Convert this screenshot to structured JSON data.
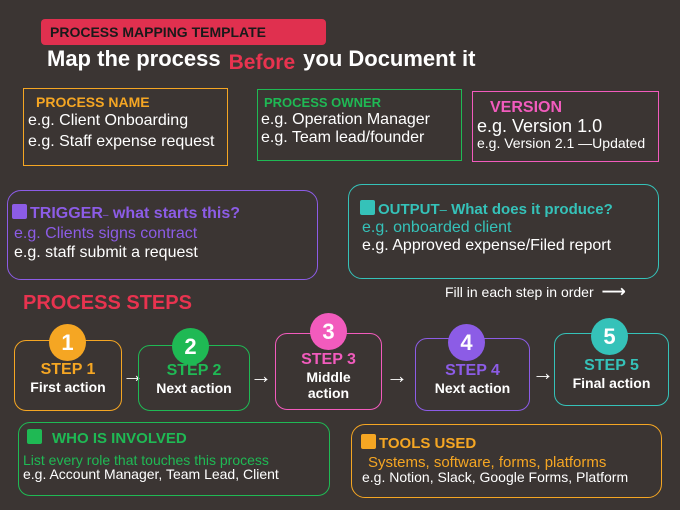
{
  "header": {
    "tag": "PROCESS MAPPING TEMPLATE",
    "headline_pre": "Map the process",
    "headline_highlight": "Before",
    "headline_post": "you Document it"
  },
  "process_name": {
    "label": "PROCESS NAME",
    "line1": "e.g.  Client Onboarding",
    "line2": "e.g. Staff expense request"
  },
  "process_owner": {
    "label": "PROCESS OWNER",
    "line1": "e.g. Operation Manager",
    "line2": "e.g. Team lead/founder"
  },
  "version": {
    "label": "VERSION",
    "line1": "e.g. Version 1.0",
    "line2": "e.g. Version 2.1 —Updated"
  },
  "trigger": {
    "label": "TRIGGER",
    "dash": "–",
    "question": " what starts this?",
    "line1": "e.g. Clients signs contract",
    "line2": "e.g. staff submit a request"
  },
  "output": {
    "label": "OUTPUT",
    "dash": "–",
    "question": " What does it produce?",
    "line1": "e.g. onboarded client",
    "line2": "e.g. Approved expense/Filed report"
  },
  "steps_section": {
    "title": "PROCESS STEPS",
    "hint": "Fill in each step in order",
    "hint_arrow": "⟶"
  },
  "steps": [
    {
      "num": "1",
      "label": "STEP 1",
      "desc": "First action",
      "color": "#f5a623"
    },
    {
      "num": "2",
      "label": "STEP 2",
      "desc": "Next action",
      "color": "#1fb954"
    },
    {
      "num": "3",
      "label": "STEP 3",
      "desc": "Middle action",
      "color": "#f25bbd"
    },
    {
      "num": "4",
      "label": "STEP 4",
      "desc": "Next action",
      "color": "#8c5ce6"
    },
    {
      "num": "5",
      "label": "STEP 5",
      "desc": "Final action",
      "color": "#35c2b9"
    }
  ],
  "step_arrow": "→",
  "who": {
    "label": "WHO IS INVOLVED",
    "line1": "List every role that touches this process",
    "line2": "e.g. Account Manager, Team Lead, Client"
  },
  "tools": {
    "label": "TOOLS USED",
    "line1": "Systems, software, forms, platforms",
    "line2": "e.g. Notion, Slack, Google Forms, Platform"
  },
  "colors": {
    "background": "#3b3533",
    "red": "#e8334f",
    "orange": "#f5a623",
    "green": "#1fb954",
    "pink": "#f25bbd",
    "purple": "#8c5ce6",
    "teal": "#35c2b9"
  }
}
